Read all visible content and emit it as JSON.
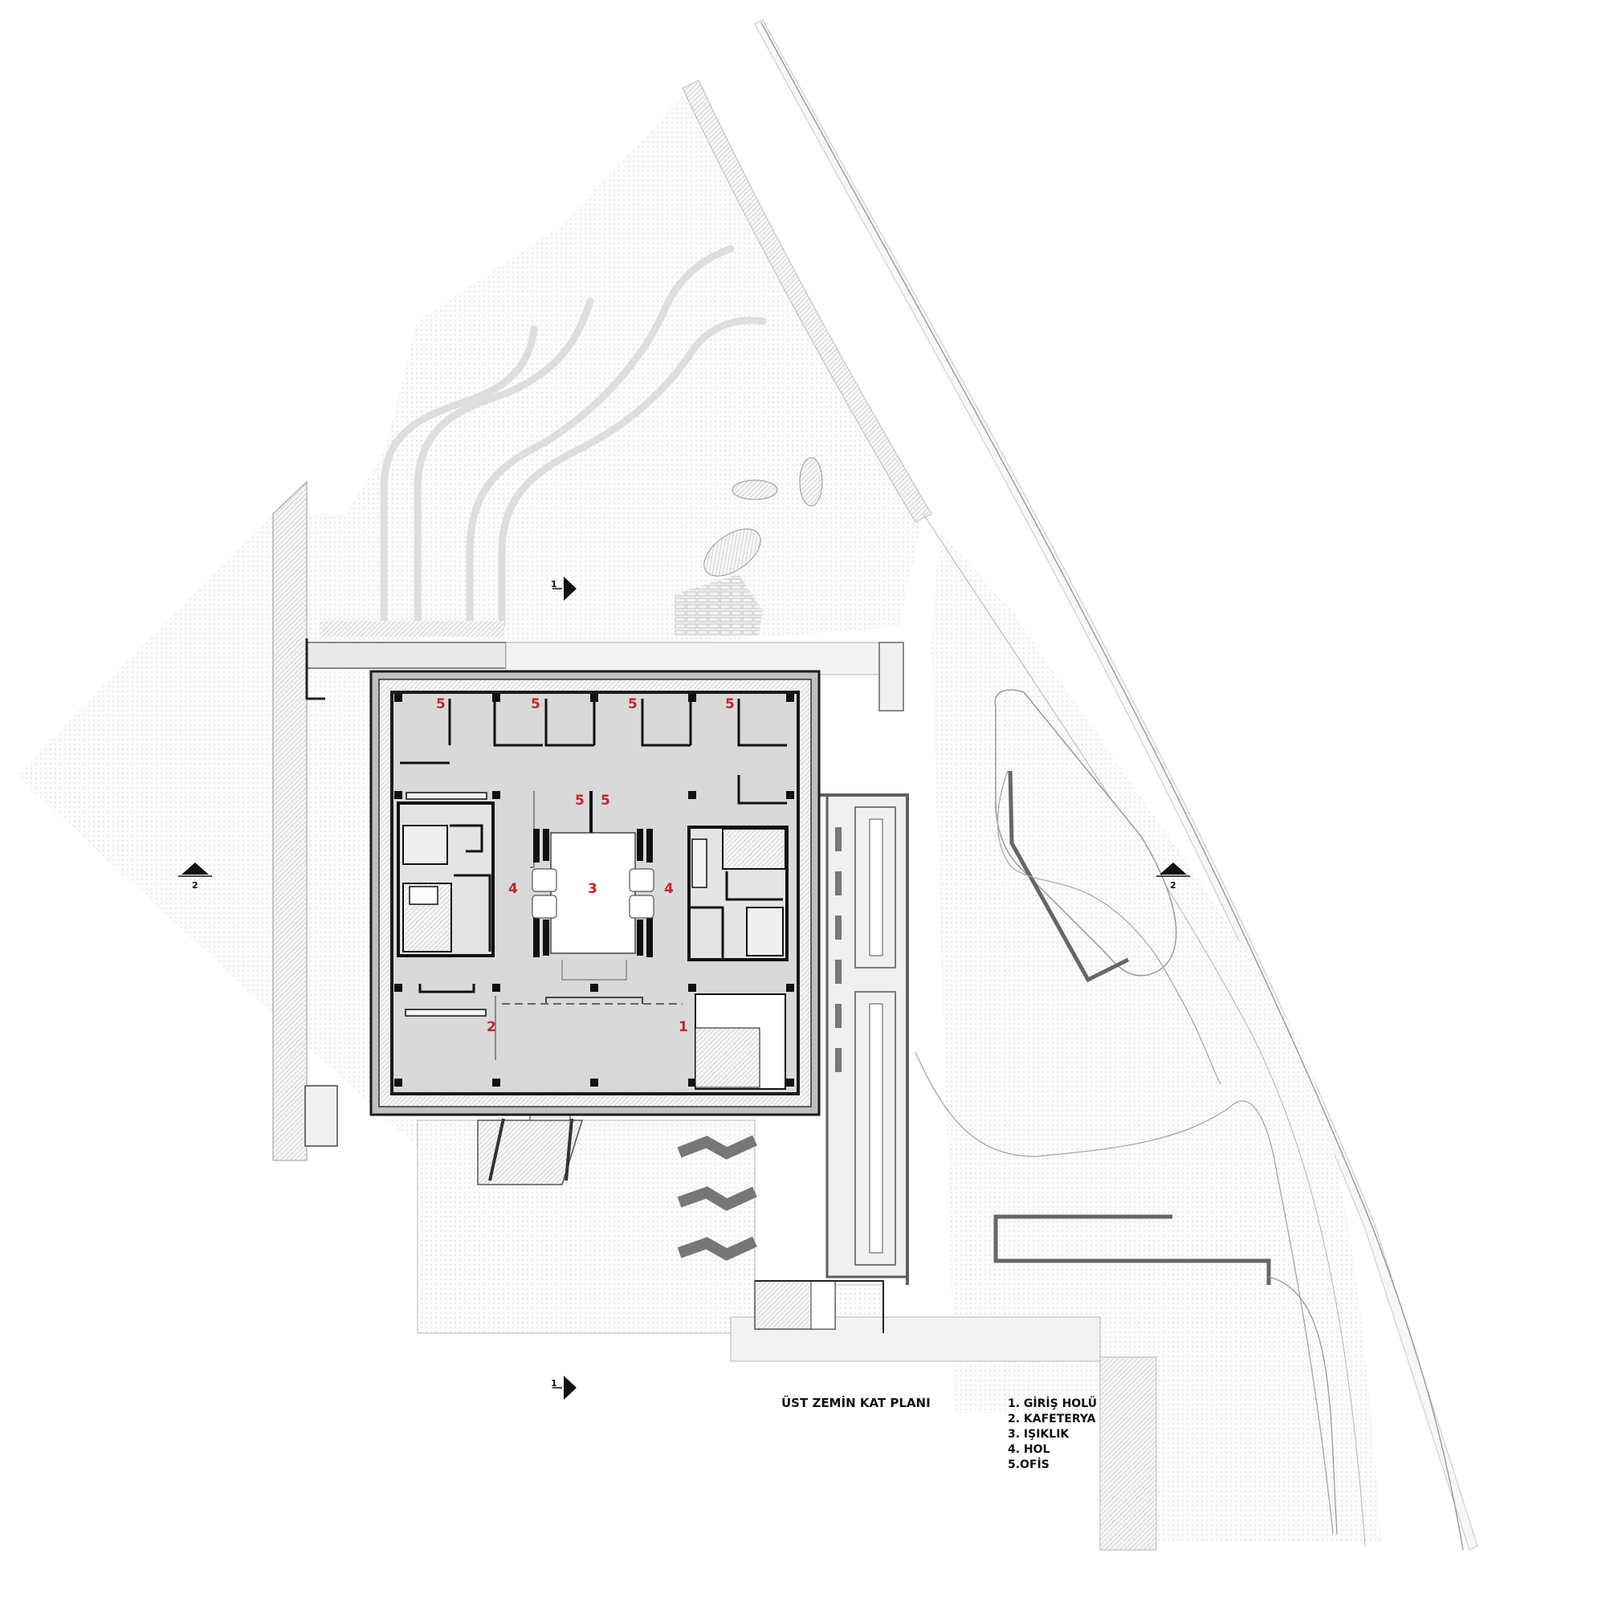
{
  "title": "ÜST ZEMİN KAT PLANI",
  "legend": [
    "1. GİRİŞ HOLÜ",
    "2. KAFETERYA",
    "3. IŞIKLIK",
    "4. HOL",
    "5.OFİS"
  ],
  "room_numbers": {
    "office": "5",
    "skylight": "3",
    "hall": "4",
    "cafeteria": "2",
    "entrance": "1"
  },
  "section_marks": {
    "section_1": "1",
    "section_2": "2"
  },
  "colors": {
    "room_number": "#c0272d",
    "wall": "#1a1a1a",
    "floor": "#d9d9d9",
    "landscape": "#f4f4f4",
    "path": "#e2e2e2",
    "edge": "#6e6e6e"
  }
}
